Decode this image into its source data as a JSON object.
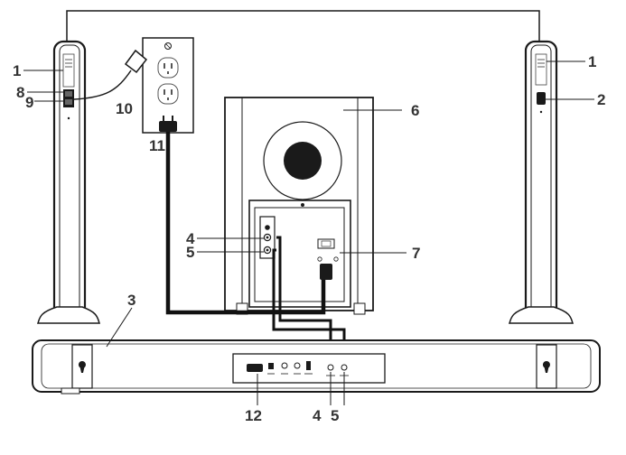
{
  "callouts": {
    "left_tower_top": "1",
    "right_tower_top": "1",
    "right_tower_port": "2",
    "soundbar": "3",
    "sub_input_a": "4",
    "sub_input_b": "5",
    "subwoofer": "6",
    "sub_power_socket": "7",
    "left_tower_port_a": "8",
    "left_tower_port_b": "9",
    "adapter": "10",
    "power_plug": "11",
    "soundbar_port_panel": "12",
    "soundbar_out_a": "4",
    "soundbar_out_b": "5"
  },
  "colors": {
    "line": "#1a1a1a",
    "cable": "#111111",
    "label": "#333333",
    "fill": "#ffffff"
  },
  "icons": [
    "speaker-tower",
    "subwoofer-box",
    "soundbar",
    "wall-outlet",
    "power-adapter",
    "power-plug",
    "keyhole-mount"
  ]
}
